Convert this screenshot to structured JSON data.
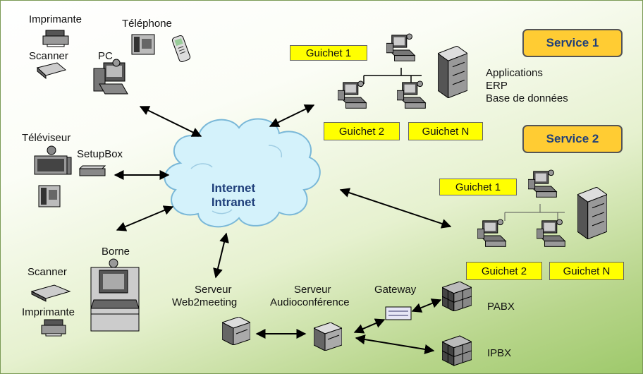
{
  "cloud": {
    "line1": "Internet",
    "line2": "Intranet"
  },
  "service1": {
    "badge": "Service 1",
    "guichet1": "Guichet 1",
    "guichet2": "Guichet 2",
    "guichetN": "Guichet N",
    "apps": [
      "Applications",
      "ERP",
      "Base de données"
    ]
  },
  "service2": {
    "badge": "Service 2",
    "guichet1": "Guichet 1",
    "guichet2": "Guichet 2",
    "guichetN": "Guichet N"
  },
  "devices": {
    "imprimante_top": "Imprimante",
    "telephone": "Téléphone",
    "scanner_top": "Scanner",
    "pc": "PC",
    "televiseur": "Téléviseur",
    "setupbox": "SetupBox",
    "borne": "Borne",
    "scanner_bottom": "Scanner",
    "imprimante_bottom": "Imprimante"
  },
  "servers": {
    "web_line1": "Serveur",
    "web_line2": "Web2meeting",
    "audio_line1": "Serveur",
    "audio_line2": "Audioconférence",
    "gateway": "Gateway",
    "pabx": "PABX",
    "ipbx": "IPBX"
  },
  "colors": {
    "badge": "#ffcc33",
    "box": "#ffff00",
    "cloud": "#d4f2fb",
    "text_blue": "#1f3f7a"
  },
  "icons": [
    "printer-icon",
    "telephone-icon",
    "mobile-phone-icon",
    "scanner-icon",
    "pc-icon",
    "tv-icon",
    "setupbox-icon",
    "phone-icon",
    "kiosk-icon",
    "workstation-icon",
    "server-tower-icon",
    "server-box-icon",
    "gateway-icon",
    "cloud-icon"
  ]
}
